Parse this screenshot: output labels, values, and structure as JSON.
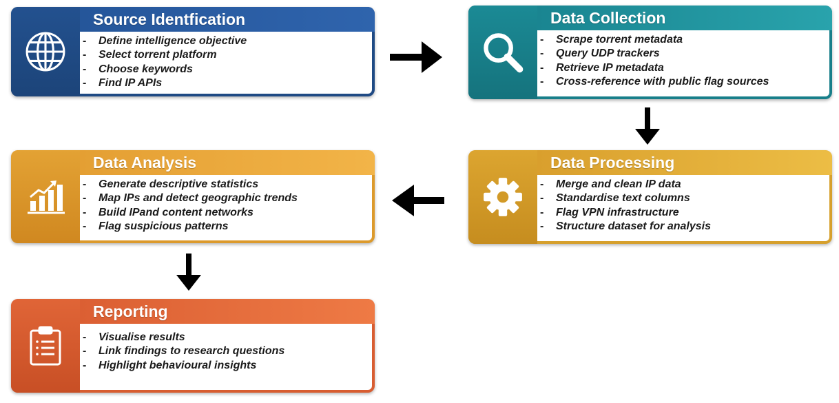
{
  "steps": [
    {
      "title": "Source Identfication",
      "icon": "globe-icon",
      "items": [
        "Define intelligence objective",
        "Select torrent platform",
        "Choose keywords",
        "Find IP APIs"
      ],
      "color": "#23518f"
    },
    {
      "title": "Data Collection",
      "icon": "magnifier-icon",
      "items": [
        "Scrape torrent metadata",
        "Query UDP trackers",
        "Retrieve IP metadata",
        "Cross-reference with public flag sources"
      ],
      "color": "#1b8a95"
    },
    {
      "title": "Data Processing",
      "icon": "gear-icon",
      "items": [
        "Merge and clean IP data",
        "Standardise text columns",
        "Flag VPN infrastructure",
        "Structure dataset for analysis"
      ],
      "color": "#dca530"
    },
    {
      "title": "Data Analysis",
      "icon": "bar-chart-icon",
      "items": [
        "Generate descriptive statistics",
        "Map IPs and detect geographic trends",
        "Build IPand content networks",
        "Flag suspicious patterns"
      ],
      "color": "#e3a234"
    },
    {
      "title": "Reporting",
      "icon": "clipboard-icon",
      "items": [
        "Visualise results",
        "Link findings to research questions",
        "Highlight behavioural insights"
      ],
      "color": "#e06537"
    }
  ]
}
